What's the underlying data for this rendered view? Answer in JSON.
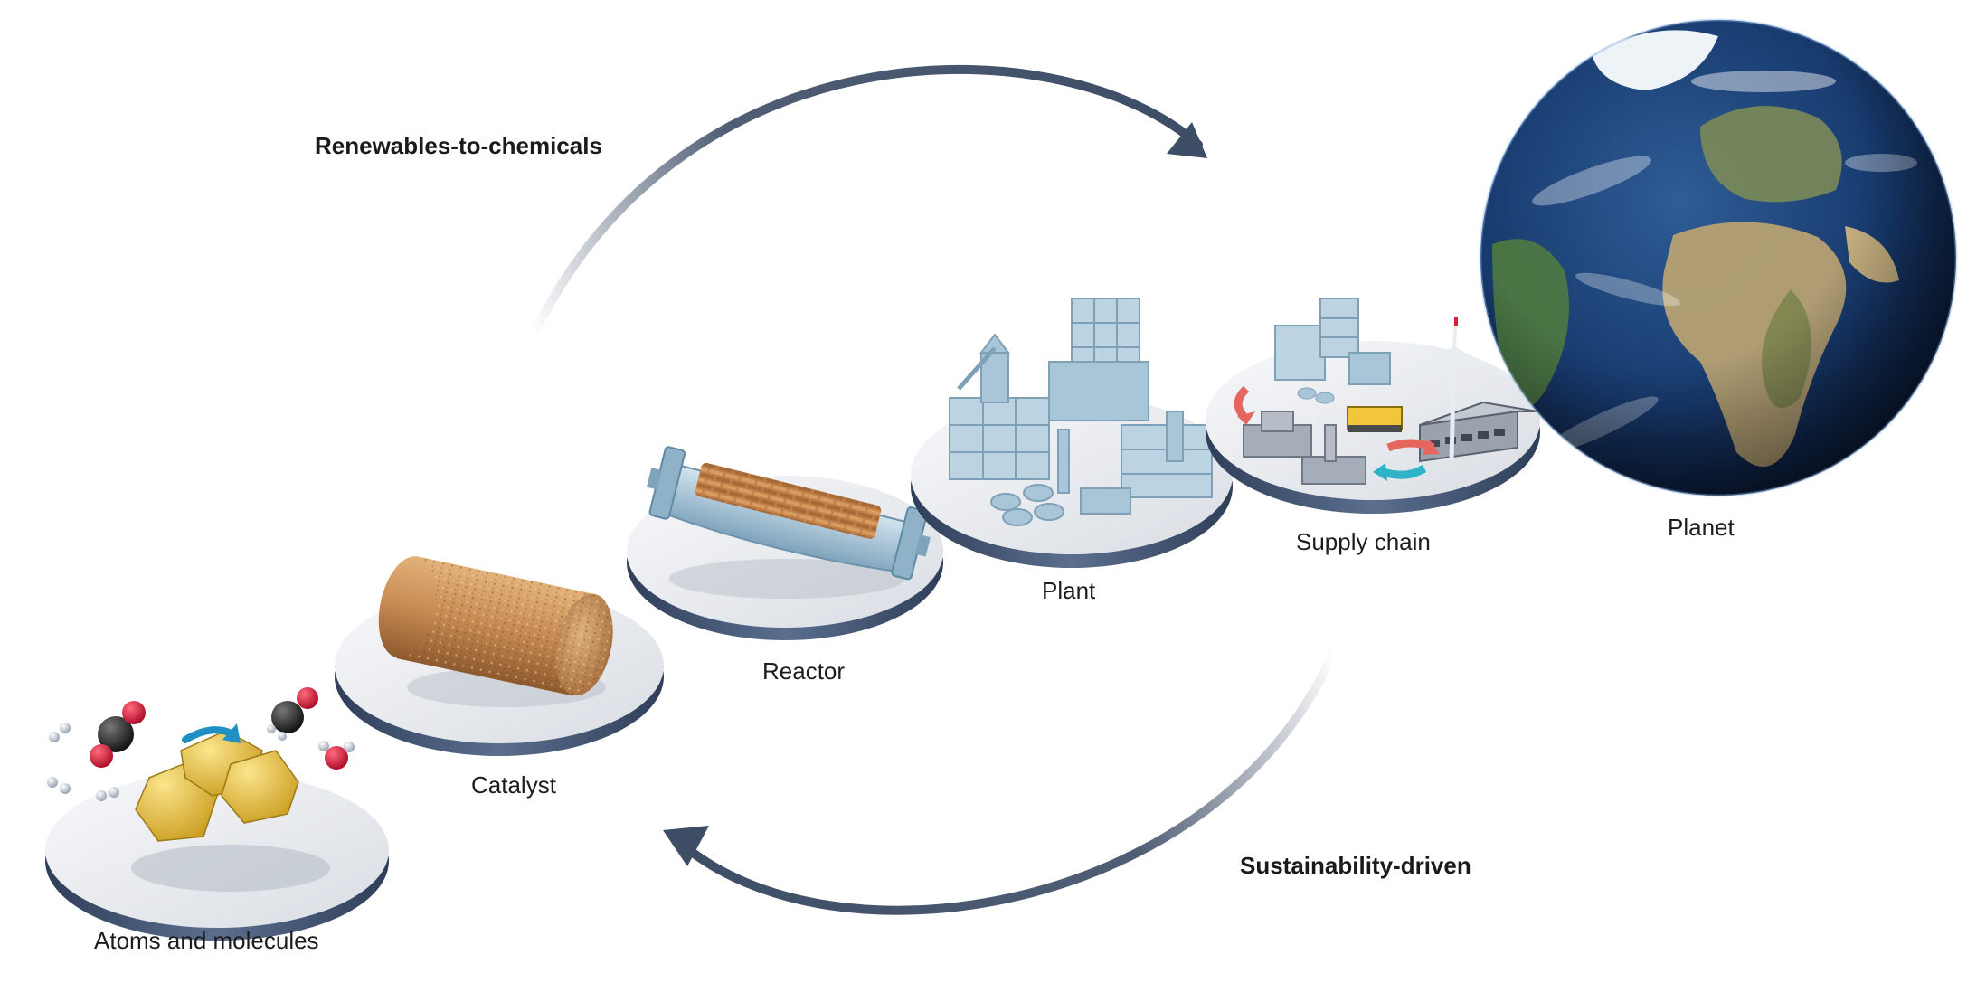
{
  "flow_labels": {
    "top": "Renewables-to-chemicals",
    "bottom": "Sustainability-driven"
  },
  "stages": [
    {
      "id": "atoms",
      "label": "Atoms and molecules",
      "icon": "molecule-cluster-icon"
    },
    {
      "id": "catalyst",
      "label": "Catalyst",
      "icon": "catalyst-pellet-icon"
    },
    {
      "id": "reactor",
      "label": "Reactor",
      "icon": "reactor-tube-icon"
    },
    {
      "id": "plant",
      "label": "Plant",
      "icon": "chemical-plant-icon"
    },
    {
      "id": "supply",
      "label": "Supply chain",
      "icon": "supply-chain-icon"
    },
    {
      "id": "planet",
      "label": "Planet",
      "icon": "earth-globe-icon"
    }
  ],
  "colors": {
    "arrow": "#3d4d66",
    "disc_top": "#eceef2",
    "disc_side": "#4c5f7d",
    "plant_blue": "#a9c6d8",
    "catalyst_brown": "#c9925a",
    "gold": "#e8c64a",
    "oxygen_red": "#d81e3c",
    "carbon_dark": "#2b2b2b",
    "ocean": "#16305e",
    "land": "#b8a679"
  }
}
